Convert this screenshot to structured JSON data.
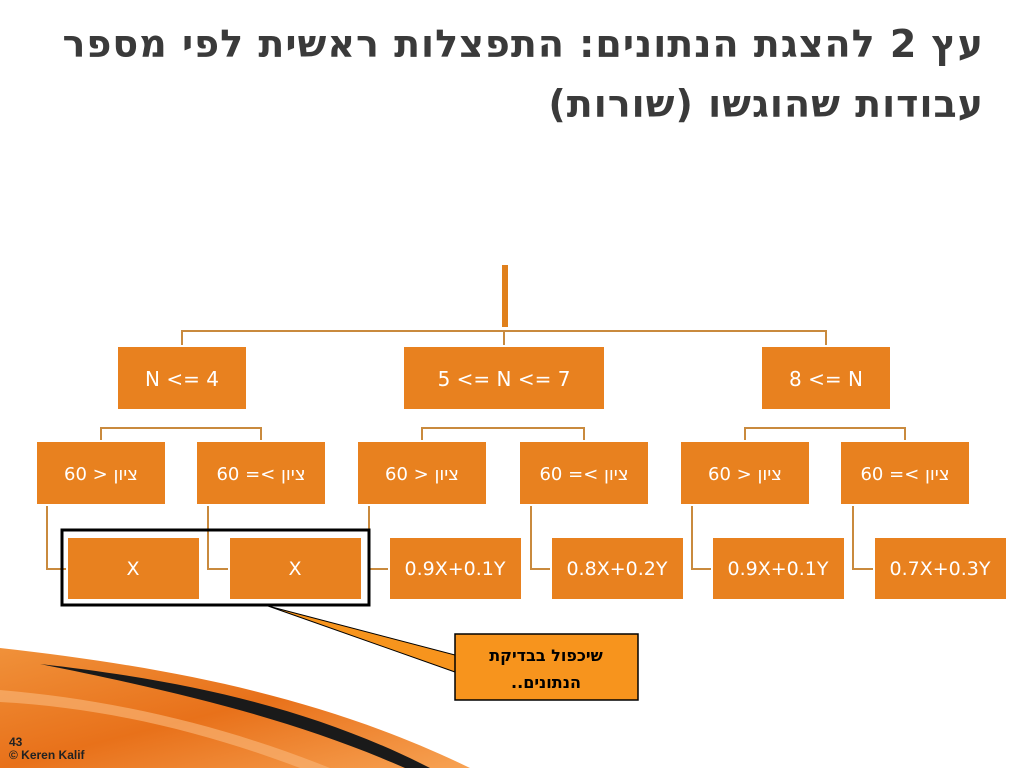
{
  "title": "עץ 2 להצגת הנתונים: התפצלות ראשית לפי מספר עבודות שהוגשו (שורות)",
  "colors": {
    "node_fill": "#E8811F",
    "node_stroke": "#ffffff",
    "connector": "#C98A3E",
    "trunk": "#E0801C",
    "highlight_frame": "#000000",
    "callout_fill": "#F7941D",
    "decor_dark": "#1a1a1a"
  },
  "tree": {
    "level1": [
      "N <= 4",
      "5 <= N <= 7",
      "8 <= N"
    ],
    "level2": [
      "ציון < 60",
      "ציון >= 60",
      "ציון < 60",
      "ציון >= 60",
      "ציון < 60",
      "ציון >= 60"
    ],
    "leaves": [
      "X",
      "X",
      "0.9X+0.1Y",
      "0.8X+0.2Y",
      "0.9X+0.1Y",
      "0.7X+0.3Y"
    ]
  },
  "callout": {
    "line1": "שיכפול בבדיקת",
    "line2": "הנתונים.."
  },
  "footer": {
    "page_number": "43",
    "copyright": "© Keren Kalif"
  }
}
